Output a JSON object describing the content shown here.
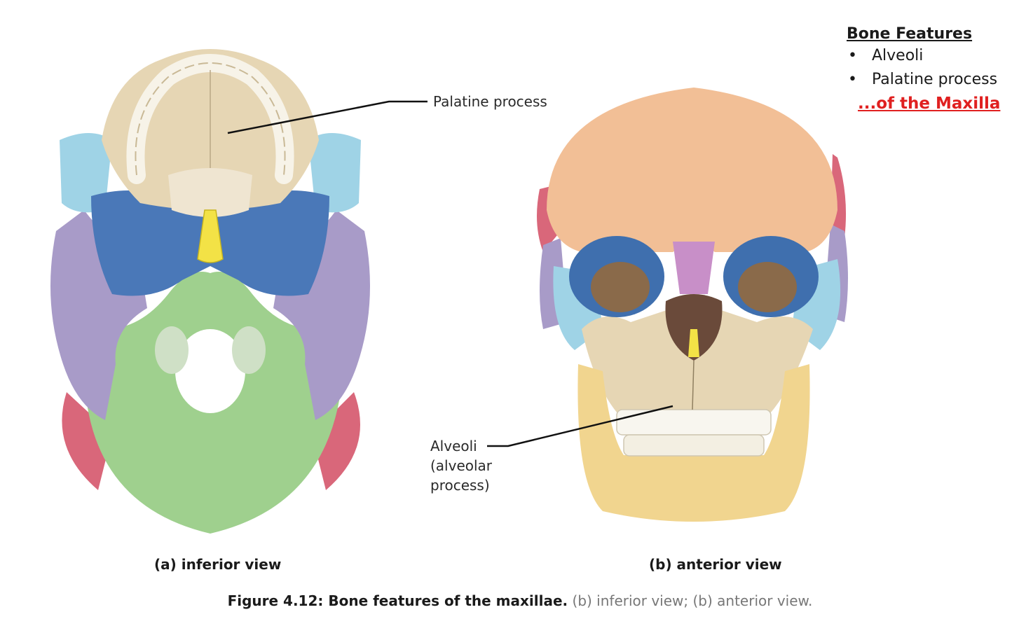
{
  "labels": {
    "palatine": "Palatine process",
    "alveoli": "Alveoli",
    "alveoli_line2": "(alveolar",
    "alveoli_line3": "process)"
  },
  "views": {
    "a": "(a) inferior view",
    "b": "(b) anterior view"
  },
  "features": {
    "heading": "Bone Features",
    "items": [
      "Alveoli",
      "Palatine process"
    ],
    "of_maxilla": "...of the Maxilla"
  },
  "caption": {
    "bold": "Figure 4.12: Bone features of the maxillae.",
    "rest": " (b) inferior view; (b) anterior view."
  },
  "colors": {
    "maxilla": "#e6d6b4",
    "palatine": "#efe5d1",
    "sphenoid": "#4a78b8",
    "temporal": "#a89bc8",
    "occipital": "#9fd08e",
    "zygomatic": "#9fd3e6",
    "parietal": "#d9677a",
    "frontal": "#f2bf96",
    "mandible": "#f1d58f",
    "vomer": "#f3e246",
    "accent": "#e02020"
  }
}
